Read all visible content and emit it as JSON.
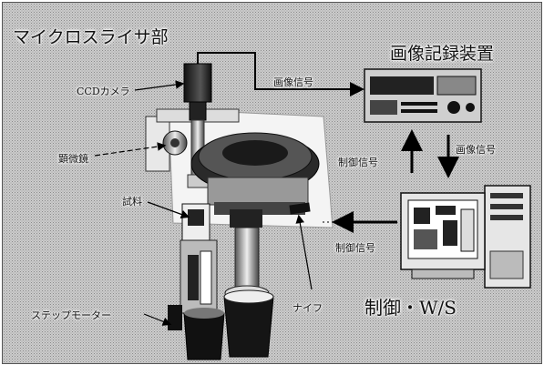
{
  "labels": {
    "micro_slicer": "マイクロスライサ部",
    "image_recorder": "画像記録装置",
    "ccd_camera": "CCDカメラ",
    "image_signal_top": "画像信号",
    "image_signal_right": "画像信号",
    "control_signal_right": "制御信号",
    "control_signal_bottom": "制御信号",
    "microscope": "顕微鏡",
    "sample": "試料",
    "knife": "ナイフ",
    "stepper_motor": "ステップモーター",
    "control_ws": "制御・W/S"
  }
}
